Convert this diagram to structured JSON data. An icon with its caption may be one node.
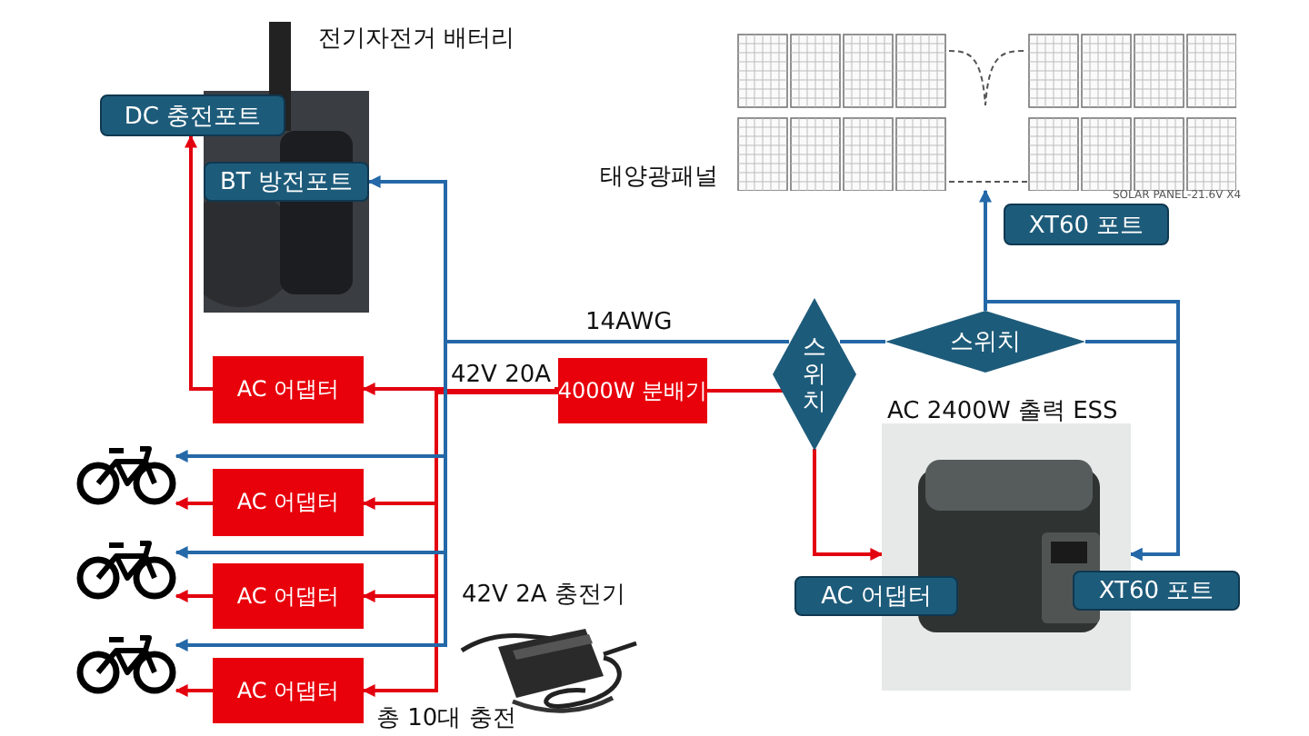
{
  "diagram": {
    "nodes": [
      {
        "text": [],
        "shape": "picture",
        "beside": [
          "전기자전거 배터리"
        ]
      },
      {
        "text": [
          "DC 충전포트"
        ]
      },
      {
        "text": [
          "BT 방전포트"
        ],
        "in": 0
      },
      {
        "text": [],
        "shape": "picture",
        "beside": [
          "태양광패널"
        ]
      },
      {
        "text": [
          "XT60 포트"
        ]
      },
      {
        "text": [
          "스위치"
        ]
      },
      {
        "text": [
          "스위치"
        ]
      },
      {
        "text": [
          "AC 어댑터"
        ]
      },
      {
        "text": [
          "4000W 분배기"
        ]
      },
      {
        "text": [],
        "shape": "picture",
        "beside": [
          "AC 2400W 출력 ESS"
        ]
      },
      {
        "text": [
          "AC 어댑터"
        ]
      },
      {
        "text": [
          "XT60 포트"
        ]
      },
      {
        "text": [
          "AC 어댑터"
        ]
      },
      {
        "text": [
          "AC 어댑터"
        ]
      },
      {
        "text": [
          "AC 어댑터"
        ]
      },
      {
        "text": [],
        "shape": "picture"
      },
      {
        "text": [],
        "shape": "picture"
      },
      {
        "text": [],
        "shape": "picture"
      },
      {
        "text": [],
        "shape": "picture",
        "beside": [
          "42V 2A 충전기"
        ]
      }
    ],
    "edges": [
      {
        "from": 5,
        "to": 2,
        "arrow": "to",
        "label": "14AWG",
        "color": "#2468a8"
      },
      {
        "from": 5,
        "to": 6,
        "arrow": "none",
        "color": "#2468a8"
      },
      {
        "from": 6,
        "to": 3,
        "arrow": "to",
        "color": "#2468a8"
      },
      {
        "from": 3,
        "to": 9,
        "arrow": "to",
        "color": "#2468a8"
      },
      {
        "from": 6,
        "to": 9,
        "arrow": "to",
        "color": "#2468a8"
      },
      {
        "from": 5,
        "to": 8,
        "arrow": "none",
        "color": "#e3000f"
      },
      {
        "from": 5,
        "to": 9,
        "arrow": "to",
        "color": "#e3000f"
      },
      {
        "from": 8,
        "to": 7,
        "arrow": "to",
        "label": "42V 20A",
        "color": "#e3000f"
      },
      {
        "from": 8,
        "to": 12,
        "arrow": "to",
        "color": "#e3000f"
      },
      {
        "from": 8,
        "to": 13,
        "arrow": "to",
        "color": "#e3000f"
      },
      {
        "from": 8,
        "to": 14,
        "arrow": "to",
        "color": "#e3000f"
      },
      {
        "from": 12,
        "to": 15,
        "arrow": "to",
        "color": "#e3000f"
      },
      {
        "from": 13,
        "to": 16,
        "arrow": "to",
        "color": "#e3000f"
      },
      {
        "from": 14,
        "to": 17,
        "arrow": "to",
        "color": "#e3000f"
      },
      {
        "from": 5,
        "to": 15,
        "arrow": "to",
        "color": "#2468a8"
      },
      {
        "from": 5,
        "to": 16,
        "arrow": "to",
        "color": "#2468a8"
      },
      {
        "from": 5,
        "to": 17,
        "arrow": "to",
        "color": "#2468a8"
      },
      {
        "from": 7,
        "to": 1,
        "arrow": "to",
        "color": "#e3000f"
      }
    ],
    "labels": [
      "SOLAR PANEL-21.6V X4",
      "총 10대 충전"
    ]
  }
}
